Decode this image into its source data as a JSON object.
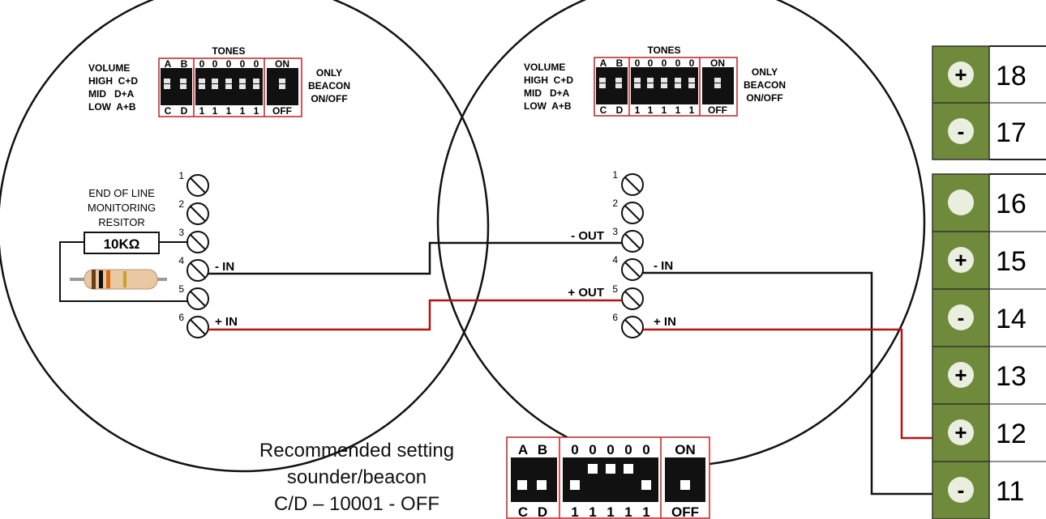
{
  "detectors": [
    {
      "id": "left",
      "tones_label": "TONES",
      "volume_labels": [
        "VOLUME",
        "HIGH  C+D",
        "MID   D+A",
        "LOW  A+B"
      ],
      "switch_top": [
        "A",
        "B",
        "0",
        "0",
        "0",
        "0",
        "0",
        "ON"
      ],
      "switch_bottom": [
        "C",
        "D",
        "1",
        "1",
        "1",
        "1",
        "1",
        "OFF"
      ],
      "right_labels": [
        "ONLY",
        "BEACON",
        "ON/OFF"
      ],
      "terminals": [
        "1",
        "2",
        "3",
        "4",
        "5",
        "6"
      ],
      "eol_caption": [
        "END OF LINE",
        "MONITORING",
        "RESITOR"
      ],
      "resistor_value": "10KΩ",
      "wire_labels": {
        "in_minus": "- IN",
        "in_plus": "+ IN"
      }
    },
    {
      "id": "right",
      "tones_label": "TONES",
      "volume_labels": [
        "VOLUME",
        "HIGH  C+D",
        "MID   D+A",
        "LOW  A+B"
      ],
      "switch_top": [
        "A",
        "B",
        "0",
        "0",
        "0",
        "0",
        "0",
        "ON"
      ],
      "switch_bottom": [
        "C",
        "D",
        "1",
        "1",
        "1",
        "1",
        "1",
        "OFF"
      ],
      "right_labels": [
        "ONLY",
        "BEACON",
        "ON/OFF"
      ],
      "terminals": [
        "1",
        "2",
        "3",
        "4",
        "5",
        "6"
      ],
      "wire_labels": {
        "out_minus": "- OUT",
        "in_minus": "- IN",
        "out_plus": "+ OUT",
        "in_plus": "+ IN"
      }
    }
  ],
  "terminal_block_top": [
    {
      "number": "18",
      "symbol": "+"
    },
    {
      "number": "17",
      "symbol": "-"
    }
  ],
  "terminal_block_bottom": [
    {
      "number": "16",
      "symbol": ""
    },
    {
      "number": "15",
      "symbol": "+"
    },
    {
      "number": "14",
      "symbol": "-"
    },
    {
      "number": "13",
      "symbol": "+"
    },
    {
      "number": "12",
      "symbol": "+"
    },
    {
      "number": "11",
      "symbol": "-"
    }
  ],
  "recommended": {
    "caption": [
      "Recommended setting",
      "sounder/beacon",
      "C/D – 10001 - OFF"
    ],
    "switch_top": [
      "A",
      "B",
      "0",
      "0",
      "0",
      "0",
      "0",
      "ON"
    ],
    "switch_bottom": [
      "C",
      "D",
      "1",
      "1",
      "1",
      "1",
      "1",
      "OFF"
    ]
  },
  "colors": {
    "wire_negative": "#111111",
    "wire_positive": "#b01515",
    "terminal_block": "#6f8a3a",
    "dip_outline": "#c02020"
  }
}
